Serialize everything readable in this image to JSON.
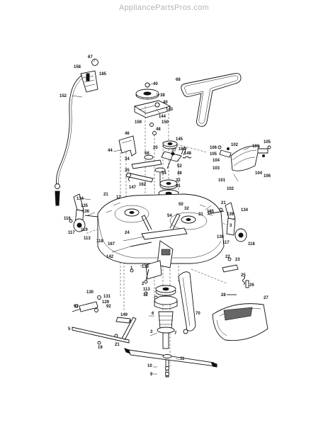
{
  "watermark": "AppliancePartsPros.com",
  "labels": [
    {
      "id": "p67",
      "text": "67"
    },
    {
      "id": "p158",
      "text": "158"
    },
    {
      "id": "p185",
      "text": "185"
    },
    {
      "id": "p152",
      "text": "152"
    },
    {
      "id": "p68",
      "text": "68"
    },
    {
      "id": "p40a",
      "text": "40"
    },
    {
      "id": "p38",
      "text": "38"
    },
    {
      "id": "p40b",
      "text": "40"
    },
    {
      "id": "p143",
      "text": "143"
    },
    {
      "id": "p144",
      "text": "144"
    },
    {
      "id": "p150a",
      "text": "150"
    },
    {
      "id": "p159",
      "text": "159"
    },
    {
      "id": "p48a",
      "text": "48"
    },
    {
      "id": "p46",
      "text": "46"
    },
    {
      "id": "p44",
      "text": "44"
    },
    {
      "id": "p145",
      "text": "145"
    },
    {
      "id": "p37",
      "text": "37"
    },
    {
      "id": "p184",
      "text": "184"
    },
    {
      "id": "p148",
      "text": "148"
    },
    {
      "id": "p106a",
      "text": "106"
    },
    {
      "id": "p105a",
      "text": "105"
    },
    {
      "id": "p104a",
      "text": "104"
    },
    {
      "id": "p103a",
      "text": "103"
    },
    {
      "id": "p102a",
      "text": "102"
    },
    {
      "id": "p101",
      "text": "101"
    },
    {
      "id": "p102b",
      "text": "102"
    },
    {
      "id": "p103b",
      "text": "103"
    },
    {
      "id": "p105b",
      "text": "105"
    },
    {
      "id": "p104b",
      "text": "104"
    },
    {
      "id": "p106b",
      "text": "106"
    },
    {
      "id": "p20",
      "text": "20"
    },
    {
      "id": "p34",
      "text": "34"
    },
    {
      "id": "p35",
      "text": "35"
    },
    {
      "id": "p56",
      "text": "56"
    },
    {
      "id": "p54a",
      "text": "54"
    },
    {
      "id": "p52",
      "text": "52"
    },
    {
      "id": "p48b",
      "text": "48"
    },
    {
      "id": "p32a",
      "text": "32"
    },
    {
      "id": "p31a",
      "text": "31"
    },
    {
      "id": "p147",
      "text": "147"
    },
    {
      "id": "p162",
      "text": "162"
    },
    {
      "id": "p134a",
      "text": "134"
    },
    {
      "id": "p21a",
      "text": "21"
    },
    {
      "id": "p135a",
      "text": "135"
    },
    {
      "id": "p12a",
      "text": "12"
    },
    {
      "id": "p136a",
      "text": "136"
    },
    {
      "id": "p116",
      "text": "116"
    },
    {
      "id": "p119",
      "text": "119"
    },
    {
      "id": "p117a",
      "text": "117"
    },
    {
      "id": "p24",
      "text": "24"
    },
    {
      "id": "p113",
      "text": "113"
    },
    {
      "id": "p118a",
      "text": "118"
    },
    {
      "id": "p167",
      "text": "167"
    },
    {
      "id": "p142",
      "text": "142"
    },
    {
      "id": "p54b",
      "text": "54"
    },
    {
      "id": "p50",
      "text": "50"
    },
    {
      "id": "p32b",
      "text": "32"
    },
    {
      "id": "p31b",
      "text": "31"
    },
    {
      "id": "p21b",
      "text": "21"
    },
    {
      "id": "p134b",
      "text": "134"
    },
    {
      "id": "p135b",
      "text": "135"
    },
    {
      "id": "p136b",
      "text": "136"
    },
    {
      "id": "p117b",
      "text": "117"
    },
    {
      "id": "p118b",
      "text": "118"
    },
    {
      "id": "p139",
      "text": "139"
    },
    {
      "id": "p3a",
      "text": "3"
    },
    {
      "id": "p22",
      "text": "22"
    },
    {
      "id": "p23",
      "text": "23"
    },
    {
      "id": "p25",
      "text": "25"
    },
    {
      "id": "p26",
      "text": "26"
    },
    {
      "id": "p28",
      "text": "28"
    },
    {
      "id": "p27",
      "text": "27"
    },
    {
      "id": "p1",
      "text": "1"
    },
    {
      "id": "p2",
      "text": "2"
    },
    {
      "id": "p138",
      "text": "138"
    },
    {
      "id": "p12b",
      "text": "12"
    },
    {
      "id": "p113b",
      "text": "113"
    },
    {
      "id": "p70",
      "text": "70"
    },
    {
      "id": "p130",
      "text": "130"
    },
    {
      "id": "p131",
      "text": "131"
    },
    {
      "id": "p129",
      "text": "129"
    },
    {
      "id": "p92a",
      "text": "92"
    },
    {
      "id": "p92b",
      "text": "92"
    },
    {
      "id": "p149",
      "text": "149"
    },
    {
      "id": "p4",
      "text": "4"
    },
    {
      "id": "p5",
      "text": "5"
    },
    {
      "id": "p19",
      "text": "19"
    },
    {
      "id": "p21c",
      "text": "21"
    },
    {
      "id": "p6",
      "text": "6"
    },
    {
      "id": "p3b",
      "text": "3"
    },
    {
      "id": "p7",
      "text": "7"
    },
    {
      "id": "p10",
      "text": "10"
    },
    {
      "id": "p9",
      "text": "9"
    },
    {
      "id": "p11",
      "text": "11"
    }
  ]
}
